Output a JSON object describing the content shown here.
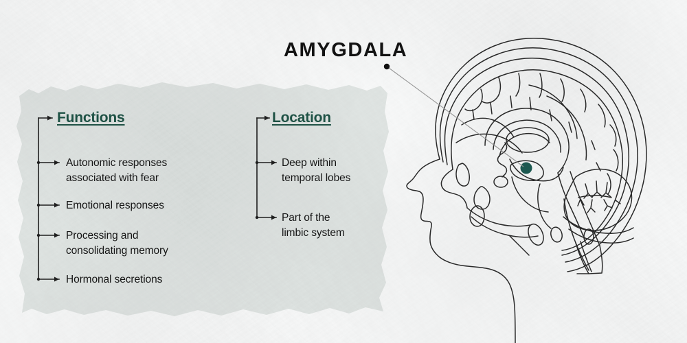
{
  "title": "AMYGDALA",
  "theme": {
    "background": "#f7f8f8",
    "panel_fill": "#dfe4e2",
    "heading_color": "#1e5346",
    "text_color": "#151515",
    "line_color": "#1f1f1f",
    "marker_color": "#1d5b52",
    "leader_line_color": "#9a9a9a"
  },
  "panel": {
    "columns": [
      {
        "id": "functions",
        "heading": "Functions",
        "items": [
          "Autonomic responses\nassociated with fear",
          "Emotional responses",
          "Processing and\nconsolidating memory",
          "Hormonal secretions"
        ]
      },
      {
        "id": "location",
        "heading": "Location",
        "items": [
          "Deep within\ntemporal lobes",
          "Part of the\nlimbic system"
        ]
      }
    ]
  },
  "illustration": {
    "name": "sagittal-brain-in-head-profile",
    "marker_label": "amygdala-marker",
    "leader_line": "callout-line-from-title-to-amygdala"
  }
}
